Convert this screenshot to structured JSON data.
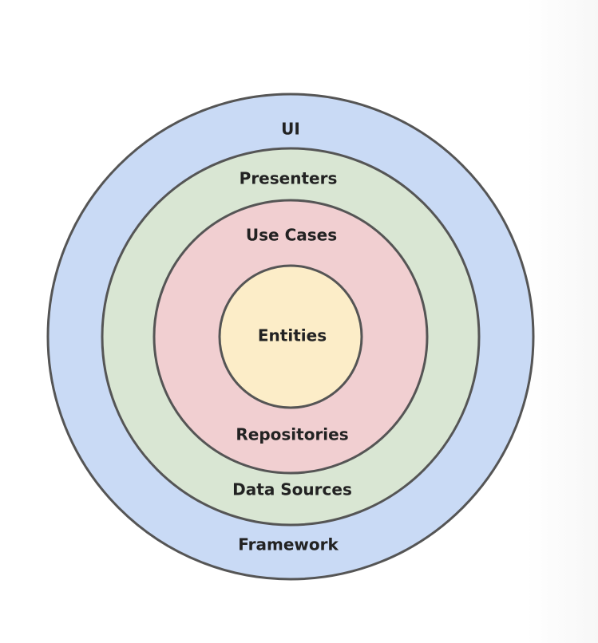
{
  "diagram": {
    "rings": [
      {
        "label": "UI",
        "bottom_label": "Framework",
        "color": "#c9daf5"
      },
      {
        "label": "Presenters",
        "bottom_label": "Data Sources",
        "color": "#d9e6d3"
      },
      {
        "label": "Use Cases",
        "bottom_label": "Repositories",
        "color": "#f1cfd1"
      },
      {
        "label": "Entities",
        "color": "#fcedc8"
      }
    ],
    "stroke_color": "#555555"
  }
}
